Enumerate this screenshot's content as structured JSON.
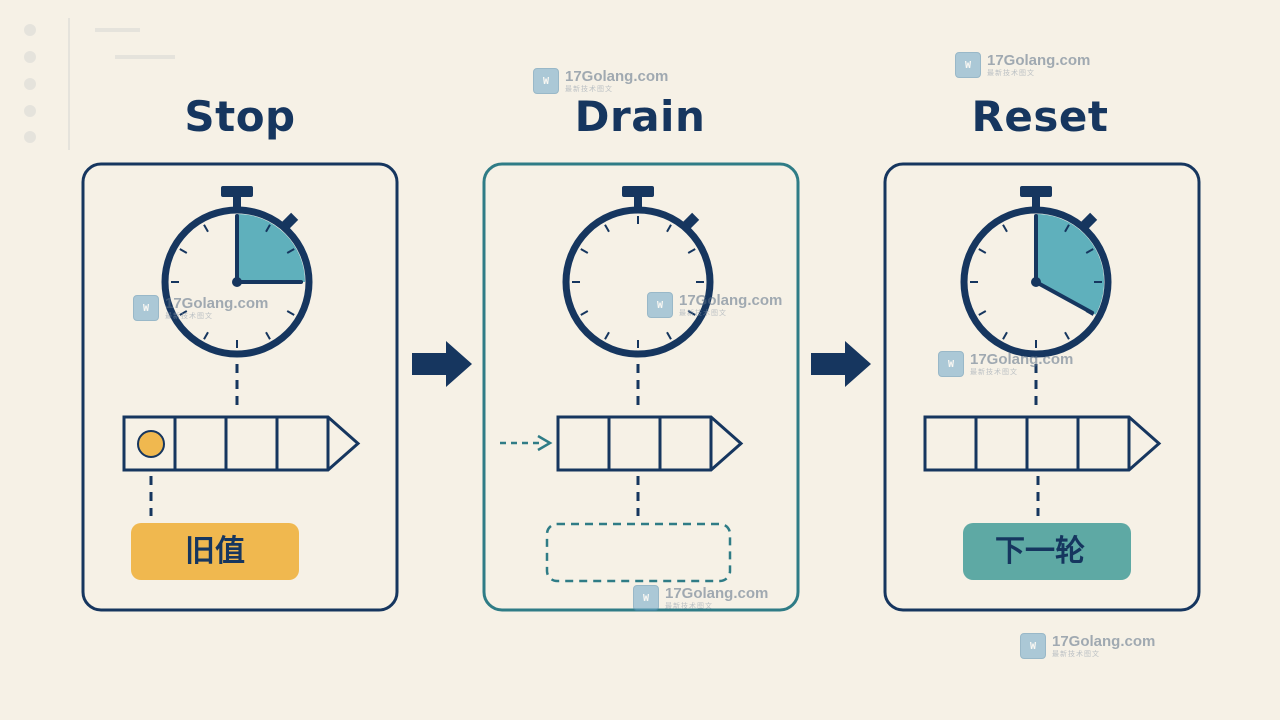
{
  "stages": [
    {
      "title": "Stop",
      "badge": "旧值",
      "badge_color": "#f0b84f",
      "elapsed_fraction": 0.25,
      "queue_token": true,
      "badge_dashed": false
    },
    {
      "title": "Drain",
      "badge": "",
      "badge_color": "",
      "elapsed_fraction": 0,
      "queue_token": false,
      "badge_dashed": true
    },
    {
      "title": "Reset",
      "badge": "下一轮",
      "badge_color": "#5ea9a4",
      "elapsed_fraction": 0.33,
      "queue_token": false,
      "badge_dashed": false
    }
  ],
  "watermark": {
    "site": "17Golang.com",
    "tagline": "最新技术图文"
  },
  "colors": {
    "ink": "#16365f",
    "teal_frame": "#2f7c86",
    "dial_fill": "#5fb0bc",
    "token": "#f0b84f",
    "background": "#f6f1e6"
  },
  "icons": {
    "stopwatch": "stopwatch-icon",
    "arrow": "right-arrow-icon"
  }
}
